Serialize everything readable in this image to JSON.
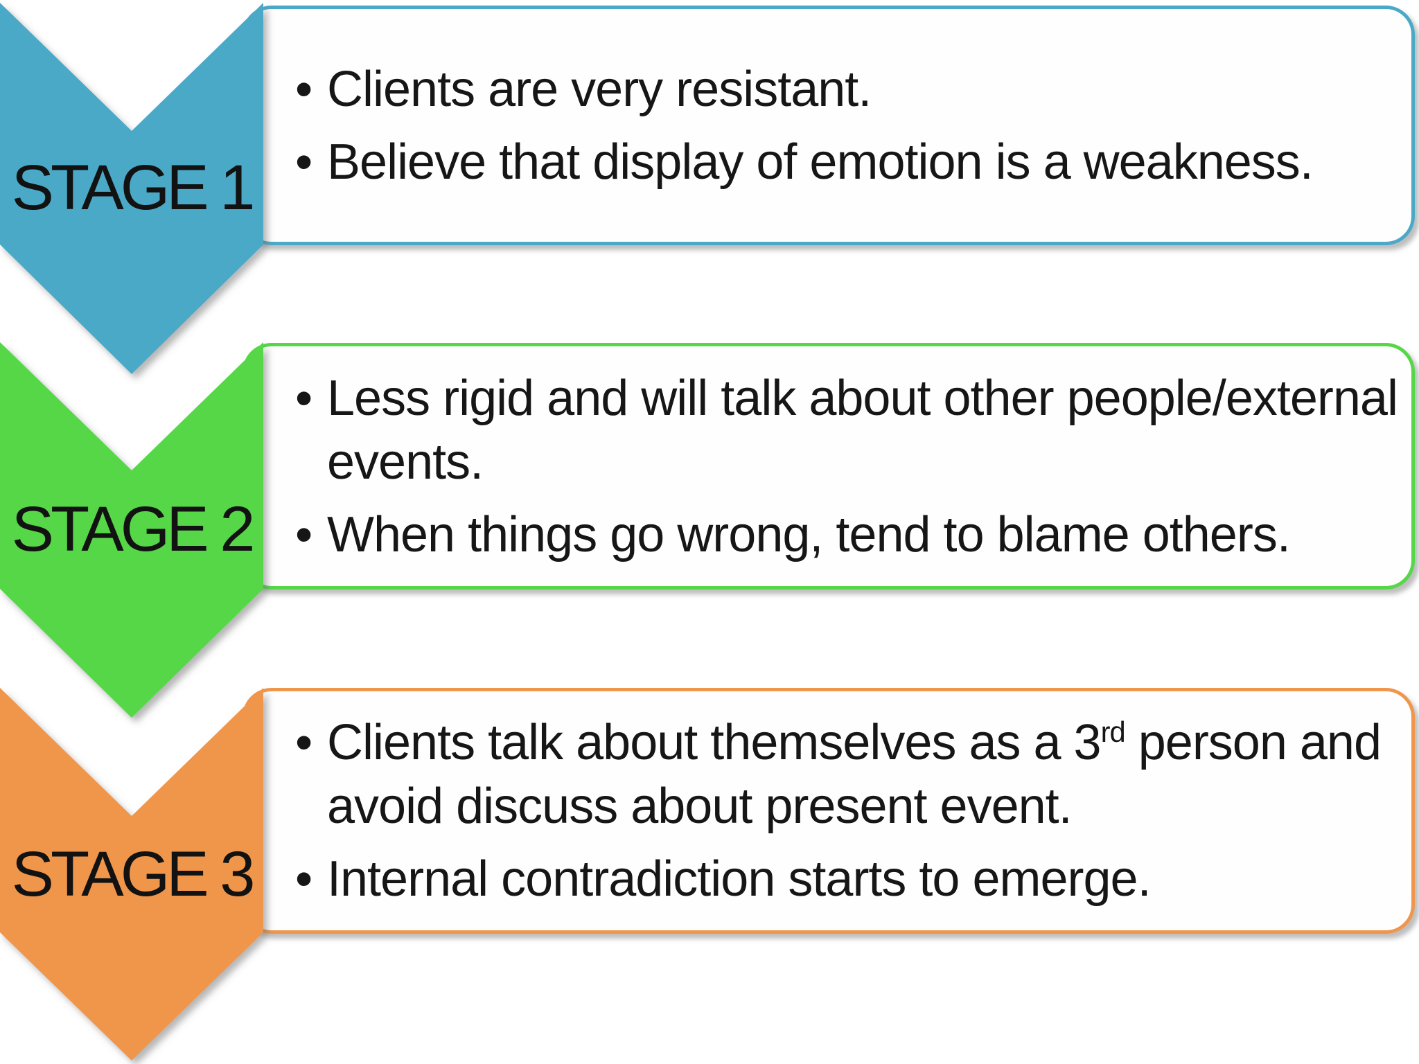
{
  "diagram": {
    "bullet_glyph": "•",
    "text_color": "#161616",
    "box_fill": "#fefefe",
    "stages": [
      {
        "label": "STAGE 1",
        "color": "#4BA9C8",
        "bullets": [
          [
            {
              "text": "Clients are very resistant."
            }
          ],
          [
            {
              "text": "Believe that display of emotion is a weakness."
            }
          ]
        ]
      },
      {
        "label": "STAGE 2",
        "color": "#55D747",
        "bullets": [
          [
            {
              "text": "Less rigid and will talk about other people/external events."
            }
          ],
          [
            {
              "text": "When things go wrong, tend to blame others."
            }
          ]
        ]
      },
      {
        "label": "STAGE 3",
        "color": "#F0964C",
        "bullets": [
          [
            {
              "text": "Clients talk about themselves as a 3"
            },
            {
              "text": "rd",
              "sup": true
            },
            {
              "text": " person and avoid discuss about present event."
            }
          ],
          [
            {
              "text": "Internal contradiction starts to emerge."
            }
          ]
        ]
      }
    ]
  }
}
